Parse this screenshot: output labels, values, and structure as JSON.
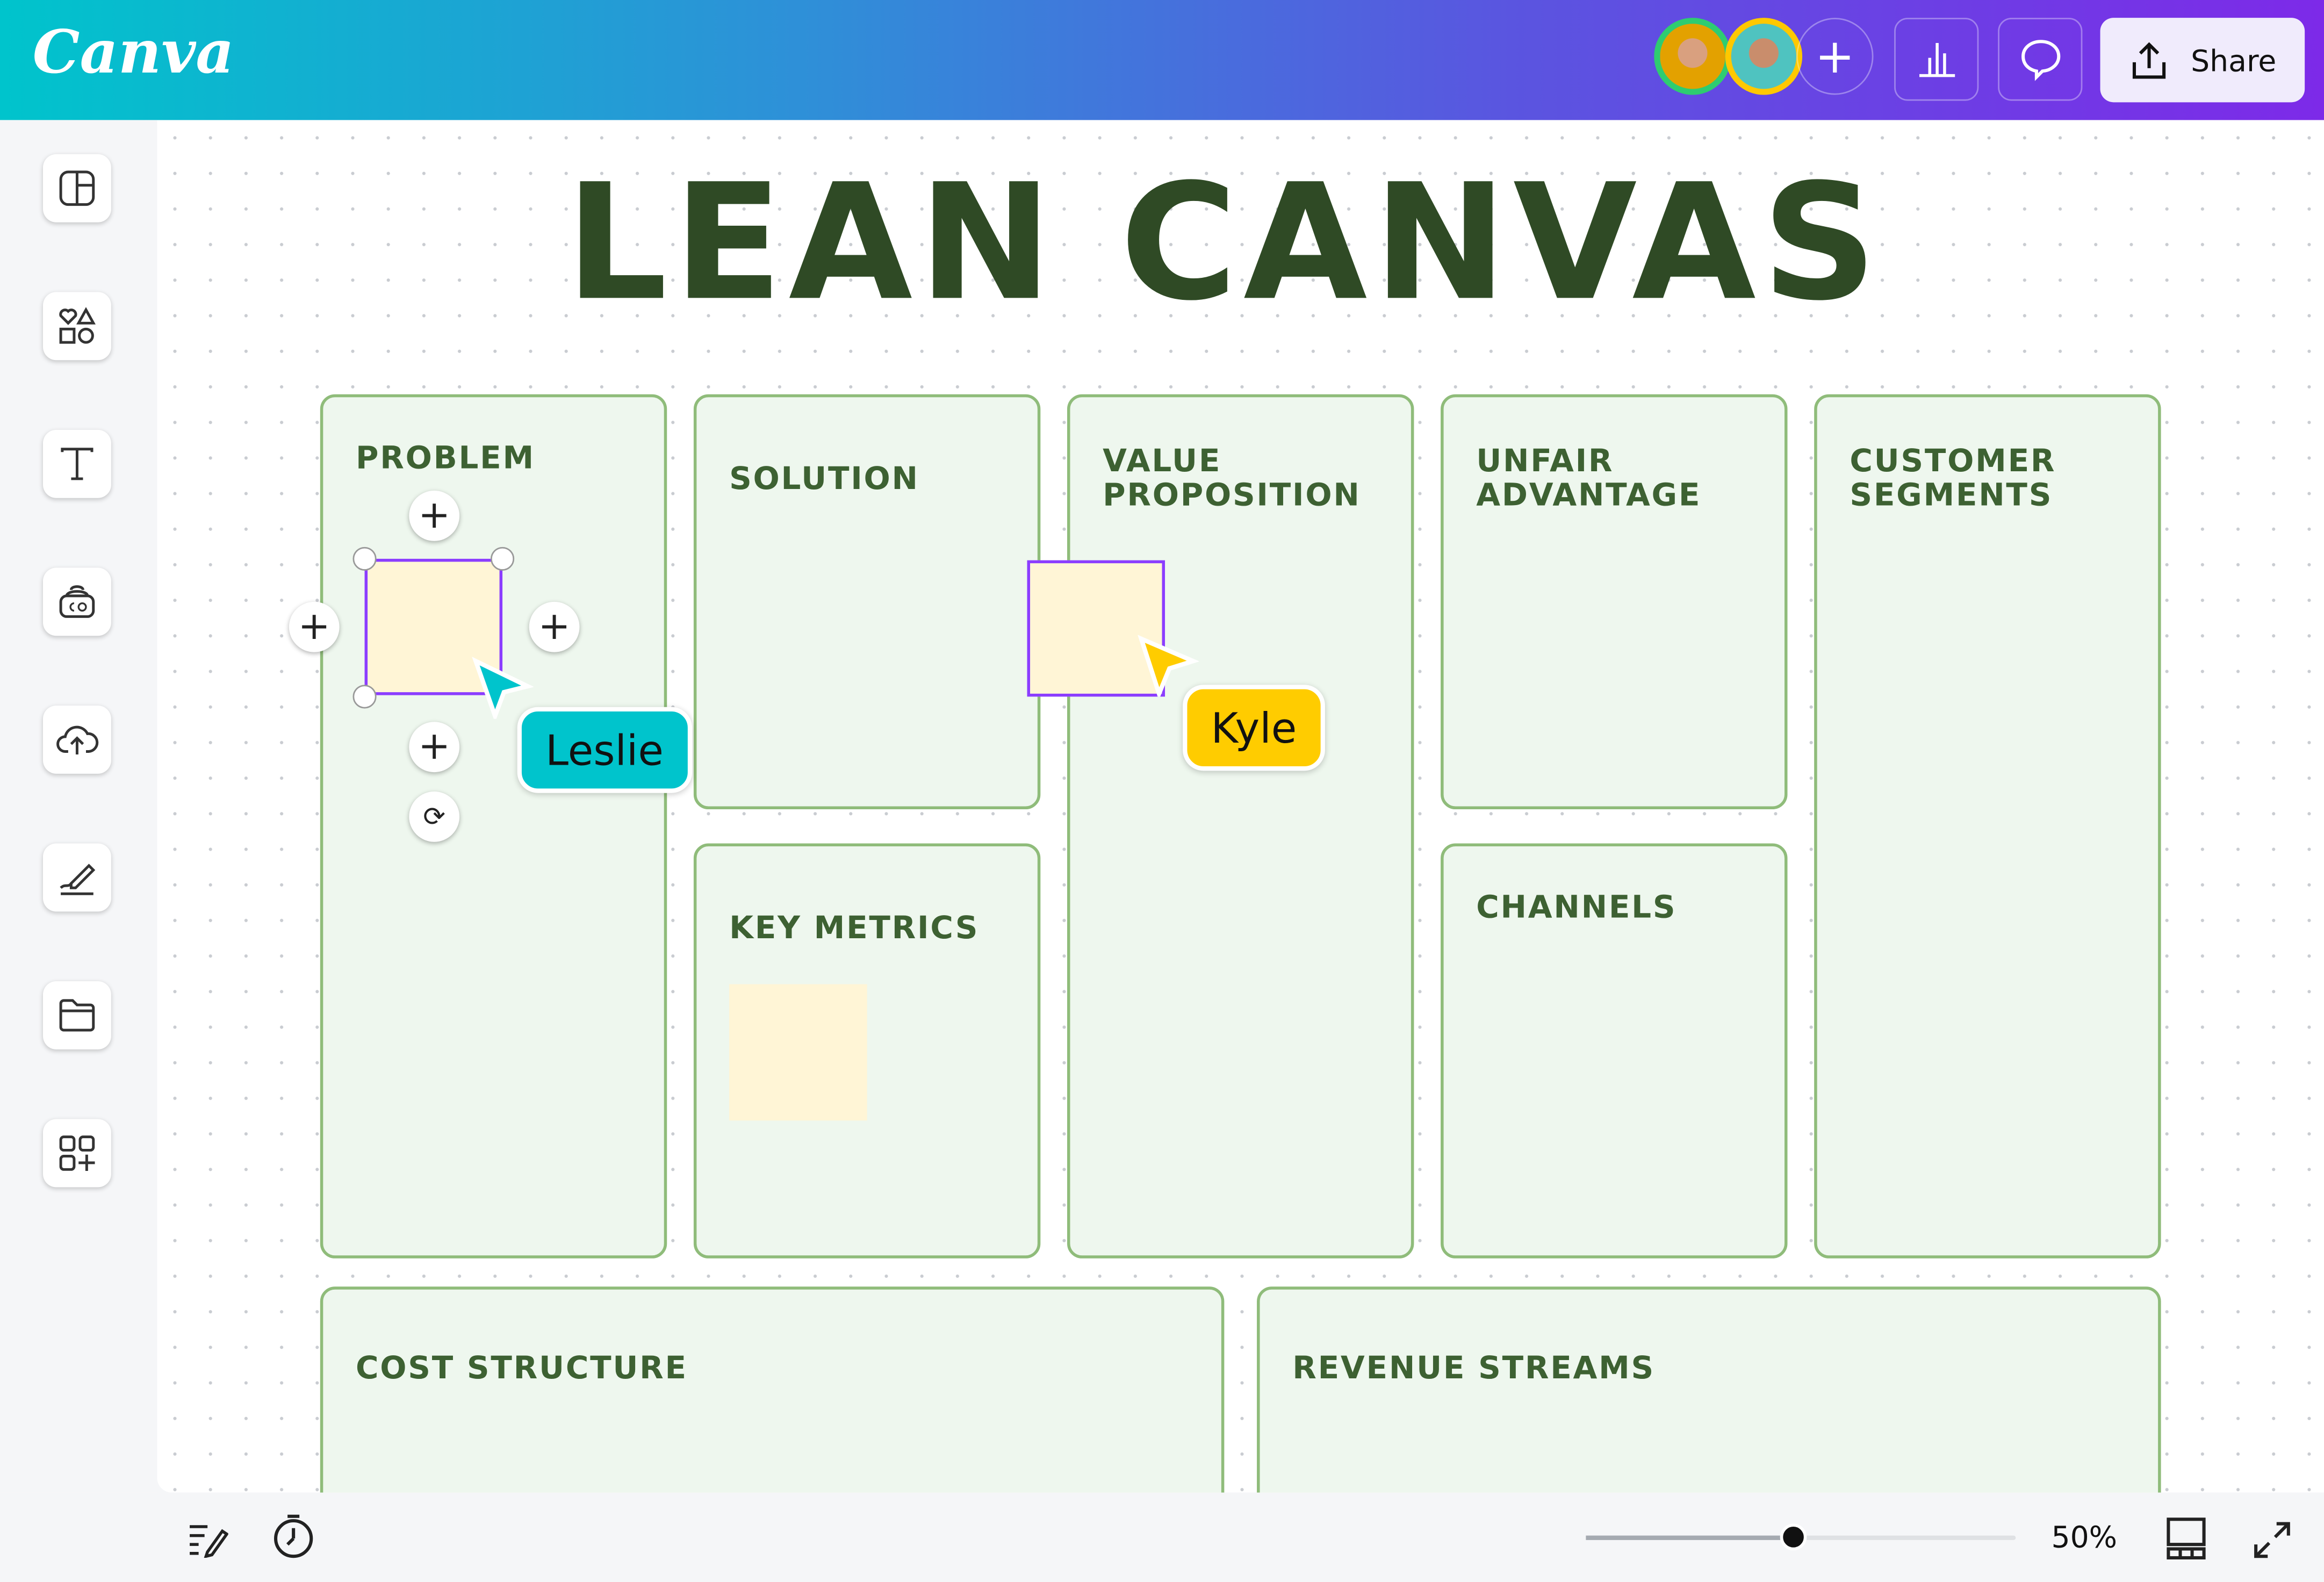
{
  "header": {
    "logo": "Canva",
    "share_label": "Share",
    "avatars": [
      {
        "name": "collaborator-1",
        "ring": "#2ecc71"
      },
      {
        "name": "collaborator-2",
        "ring": "#ffc800"
      }
    ],
    "icons": [
      "plus-icon",
      "analytics-icon",
      "comment-icon",
      "share-icon"
    ]
  },
  "sidebar": {
    "items": [
      "layout-icon",
      "elements-icon",
      "text-icon",
      "brand-icon",
      "upload-icon",
      "draw-icon",
      "folder-icon",
      "apps-icon"
    ]
  },
  "board": {
    "title": "LEAN CANVAS",
    "sections": {
      "problem": "PROBLEM",
      "solution": "SOLUTION",
      "value": "VALUE PROPOSITION",
      "unfair": "UNFAIR ADVANTAGE",
      "customer": "CUSTOMER SEGMENTS",
      "metrics": "KEY METRICS",
      "channels": "CHANNELS",
      "cost": "COST STRUCTURE",
      "revenue": "REVENUE STREAMS"
    }
  },
  "cursors": [
    {
      "name": "Leslie",
      "color": "#00c4cc"
    },
    {
      "name": "Kyle",
      "color": "#ffcc00"
    }
  ],
  "footer": {
    "zoom_label": "50%",
    "zoom_percent": 50
  },
  "colors": {
    "title": "#2f4a25",
    "card_bg": "#eef7ee",
    "card_border": "#8fbc7a",
    "selection": "#8b3dff",
    "note": "#fff5d6"
  }
}
